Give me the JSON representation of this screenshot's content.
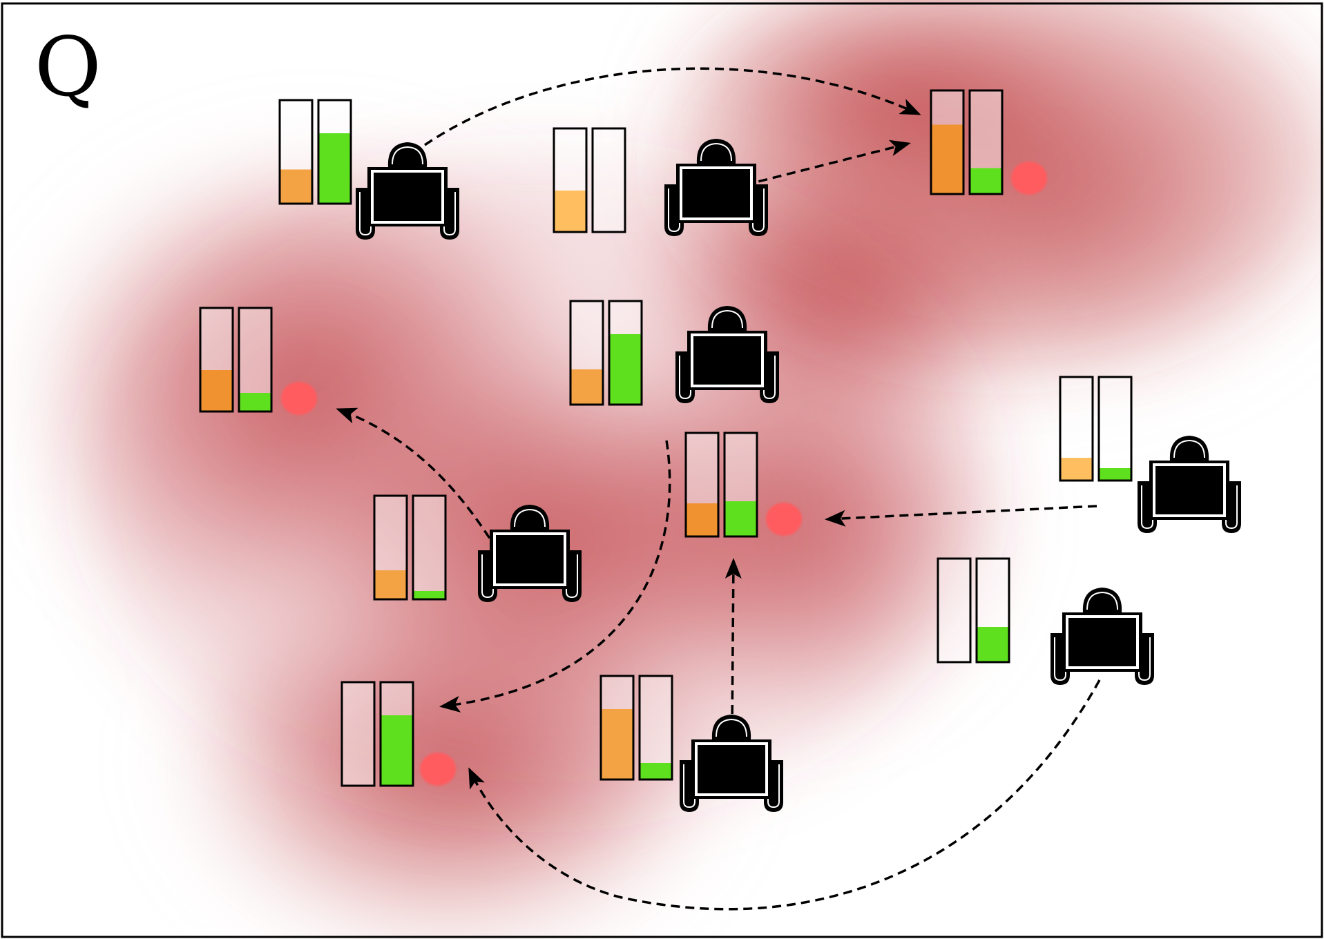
{
  "figure": {
    "panel_label": "Q",
    "colors": {
      "heat": "#c0474b",
      "target": "#ff5b5e",
      "bar_orange": "#f0922f",
      "bar_orange_light": "#ffbf60",
      "bar_green": "#5ee01f",
      "robot": "#000000",
      "frame": "#000000"
    },
    "icons": {
      "robot": "robot-icon",
      "target": "target-marker-icon",
      "arrow": "dashed-arrow-icon",
      "bar": "level-bar-icon"
    },
    "robots": [
      {
        "id": "r1",
        "bars": {
          "orange": 0.33,
          "green": 0.68
        }
      },
      {
        "id": "r2",
        "bars": {
          "orange": 0.4,
          "green": 0.0
        }
      },
      {
        "id": "r3",
        "bars": {
          "orange": 0.34,
          "green": 0.68
        }
      },
      {
        "id": "r4",
        "bars": {
          "orange": 0.28,
          "green": 0.08
        }
      },
      {
        "id": "r5",
        "bars": {
          "orange": 0.22,
          "green": 0.12
        }
      },
      {
        "id": "r6",
        "bars": {
          "orange": 0.0,
          "green": 0.34
        }
      },
      {
        "id": "r7",
        "bars": {
          "orange": 0.68,
          "green": 0.16
        }
      }
    ],
    "targets": [
      {
        "id": "t1",
        "bars": {
          "orange": 0.67,
          "green": 0.25
        }
      },
      {
        "id": "t2",
        "bars": {
          "orange": 0.4,
          "green": 0.18
        }
      },
      {
        "id": "t3",
        "bars": {
          "orange": 0.32,
          "green": 0.34
        }
      },
      {
        "id": "t4",
        "bars": {
          "orange": 0.0,
          "green": 0.68
        }
      }
    ],
    "arrows": [
      {
        "from": "r1",
        "to": "t1"
      },
      {
        "from": "r2",
        "to": "t1"
      },
      {
        "from": "r4",
        "to": "t2"
      },
      {
        "from": "r3",
        "to": "t4"
      },
      {
        "from": "r5",
        "to": "t3"
      },
      {
        "from": "r7",
        "to": "t3"
      },
      {
        "from": "r6",
        "to": "t4"
      }
    ]
  }
}
